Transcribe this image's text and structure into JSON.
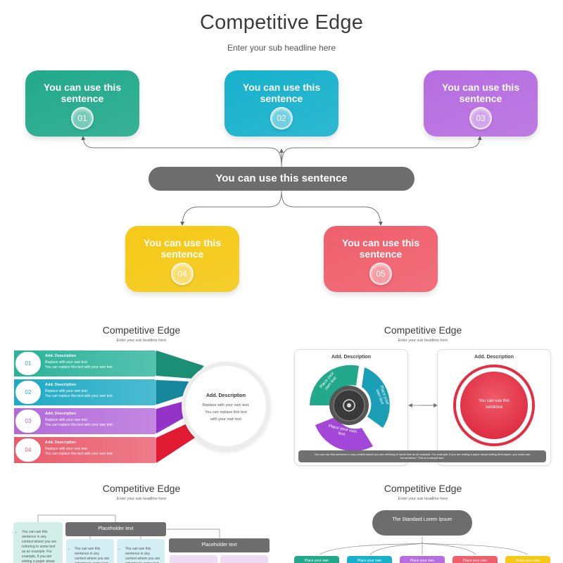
{
  "main": {
    "title": "Competitive Edge",
    "subtitle": "Enter your sub headline here",
    "center_label": "You can use this sentence",
    "cards": [
      {
        "text": "You can use this sentence",
        "num": "01",
        "color": "#22a98b"
      },
      {
        "text": "You can use this sentence",
        "num": "02",
        "color": "#17b1cc"
      },
      {
        "text": "You can use this sentence",
        "num": "03",
        "color": "#b66de0"
      },
      {
        "text": "You can use this sentence",
        "num": "04",
        "color": "#f5c916"
      },
      {
        "text": "You can use this sentence",
        "num": "05",
        "color": "#ef5f6c"
      }
    ]
  },
  "mini1": {
    "title": "Competitive Edge",
    "subtitle": "Enter your sub headline here",
    "bars": [
      {
        "num": "01",
        "title": "Add. Description",
        "line1": "Replace with your own text.",
        "line2": "You can replace this text with your own text.",
        "color": "#2bb39a"
      },
      {
        "num": "02",
        "title": "Add. Description",
        "line1": "Replace with your own text.",
        "line2": "You can replace this text with your own text.",
        "color": "#1eaac5"
      },
      {
        "num": "03",
        "title": "Add. Description",
        "line1": "Replace with your own text.",
        "line2": "You can replace this text with your own text.",
        "color": "#b36ad9"
      },
      {
        "num": "04",
        "title": "Add. Description",
        "line1": "Replace with your own text.",
        "line2": "You can replace this text with your own text.",
        "color": "#ea5b6c"
      }
    ],
    "circle_title": "Add. Description",
    "circle_text1": "Replace with your own text.",
    "circle_text2": "You can replace this text",
    "circle_text3": "with your own text"
  },
  "mini2": {
    "title": "Competitive Edge",
    "subtitle": "Enter your sub headline here",
    "left_title": "Add. Description",
    "right_title": "Add. Description",
    "segments": [
      "Place your own text",
      "Place your own text",
      "Place your own text"
    ],
    "red_text": "You can use this sentence",
    "footer": "You can use this sentence in any context where you are referring to some text as an example. For example, if you are writing a paper about writing techniques, you could use the sentence \"This is a sample text."
  },
  "mini3": {
    "title": "Competitive Edge",
    "subtitle": "Enter your sub headline here",
    "left_box": "You can use this sentence in any context where you are referring to some text as an example. For example, if you are writing a paper about",
    "pill1": "Placeholder text",
    "pill2": "Placeholder text",
    "box_a": "You can use this sentence in any context where you are referring to some text",
    "box_b": "You can use this sentence in any context where you are referring to some text"
  },
  "mini4": {
    "title": "Competitive Edge",
    "subtitle": "Enter your sub headline here",
    "root": "The Standard Lorem Ipsum",
    "chips": [
      {
        "text": "Place your own",
        "color": "#22a98b"
      },
      {
        "text": "Place your own",
        "color": "#17b1cc"
      },
      {
        "text": "Place your own",
        "color": "#b66de0"
      },
      {
        "text": "Place your own",
        "color": "#ef5f6c"
      },
      {
        "text": "Place your own",
        "color": "#f5c916"
      }
    ]
  }
}
